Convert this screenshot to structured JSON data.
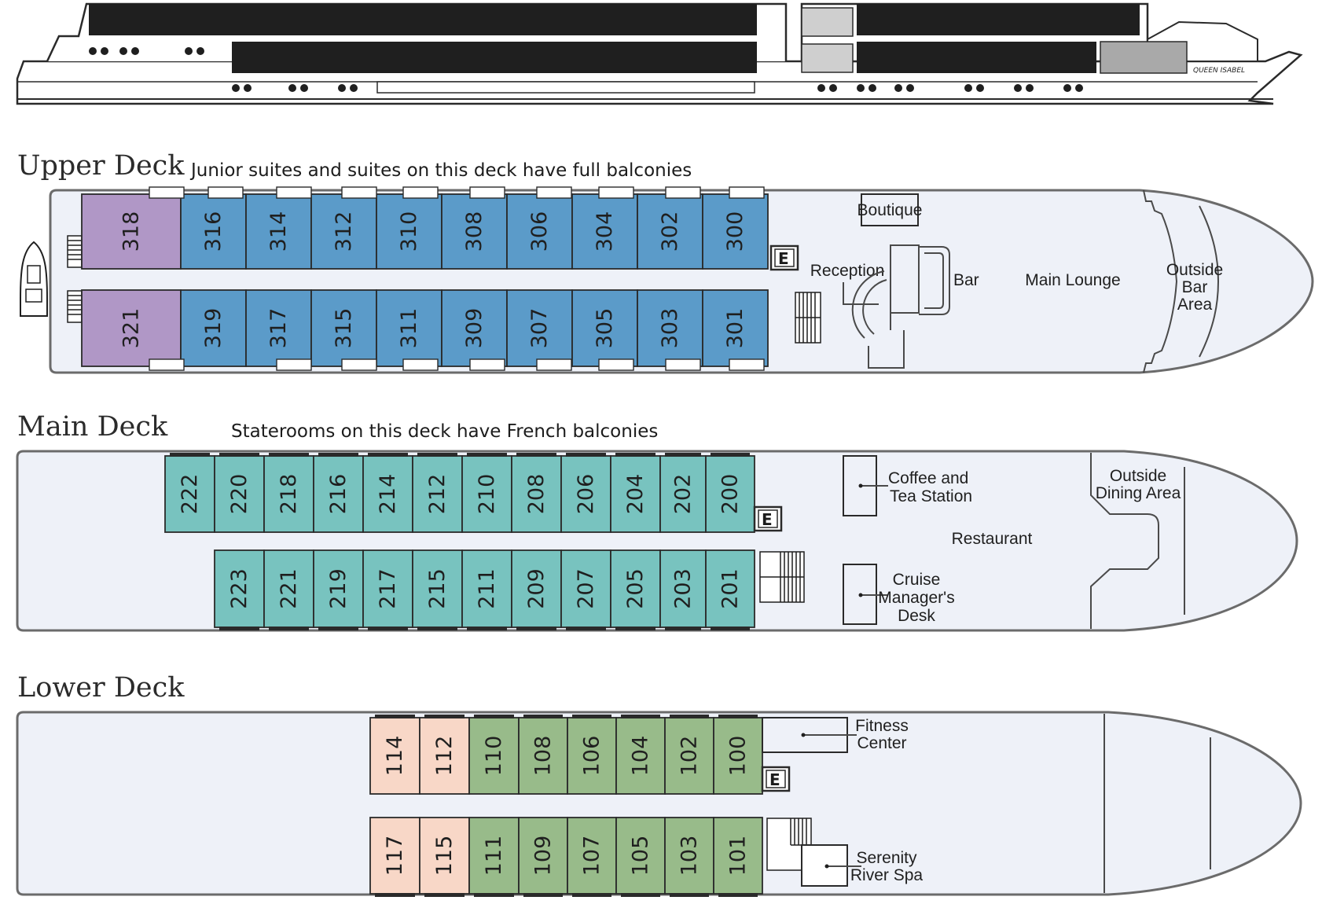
{
  "colors": {
    "hull_fill": "#eef1f8",
    "upper_standard": "#5b9bc9",
    "upper_suite": "#b097c6",
    "main_cabin": "#78c3bf",
    "lower_cabin": "#98bb8a",
    "lower_special": "#f8d7c7"
  },
  "ship_side": {
    "ship_name": "QUEEN ISABEL"
  },
  "upper_deck": {
    "title": "Upper Deck",
    "subtitle": "Junior suites and suites on this deck have full balconies",
    "top_row": [
      "318",
      "316",
      "314",
      "312",
      "310",
      "308",
      "306",
      "304",
      "302",
      "300"
    ],
    "bottom_row": [
      "321",
      "319",
      "317",
      "315",
      "311",
      "309",
      "307",
      "305",
      "303",
      "301"
    ],
    "elevator": "E",
    "labels": {
      "boutique": "Boutique",
      "reception": "Reception",
      "bar": "Bar",
      "main_lounge": "Main Lounge",
      "outside_bar_area": [
        "Outside",
        "Bar",
        "Area"
      ]
    }
  },
  "main_deck": {
    "title": "Main Deck",
    "subtitle": "Staterooms on this deck have French balconies",
    "top_row": [
      "222",
      "220",
      "218",
      "216",
      "214",
      "212",
      "210",
      "208",
      "206",
      "204",
      "202",
      "200"
    ],
    "bottom_row": [
      "223",
      "221",
      "219",
      "217",
      "215",
      "211",
      "209",
      "207",
      "205",
      "203",
      "201"
    ],
    "elevator": "E",
    "labels": {
      "coffee_tea": [
        "Coffee and",
        "Tea Station"
      ],
      "cruise_manager": [
        "Cruise",
        "Manager's",
        "Desk"
      ],
      "restaurant": "Restaurant",
      "outside_dining": [
        "Outside",
        "Dining Area"
      ]
    }
  },
  "lower_deck": {
    "title": "Lower Deck",
    "top_row": [
      "114",
      "112",
      "110",
      "108",
      "106",
      "104",
      "102",
      "100"
    ],
    "bottom_row": [
      "117",
      "115",
      "111",
      "109",
      "107",
      "105",
      "103",
      "101"
    ],
    "elevator": "E",
    "labels": {
      "fitness": [
        "Fitness",
        "Center"
      ],
      "spa": [
        "Serenity",
        "River Spa"
      ]
    }
  }
}
